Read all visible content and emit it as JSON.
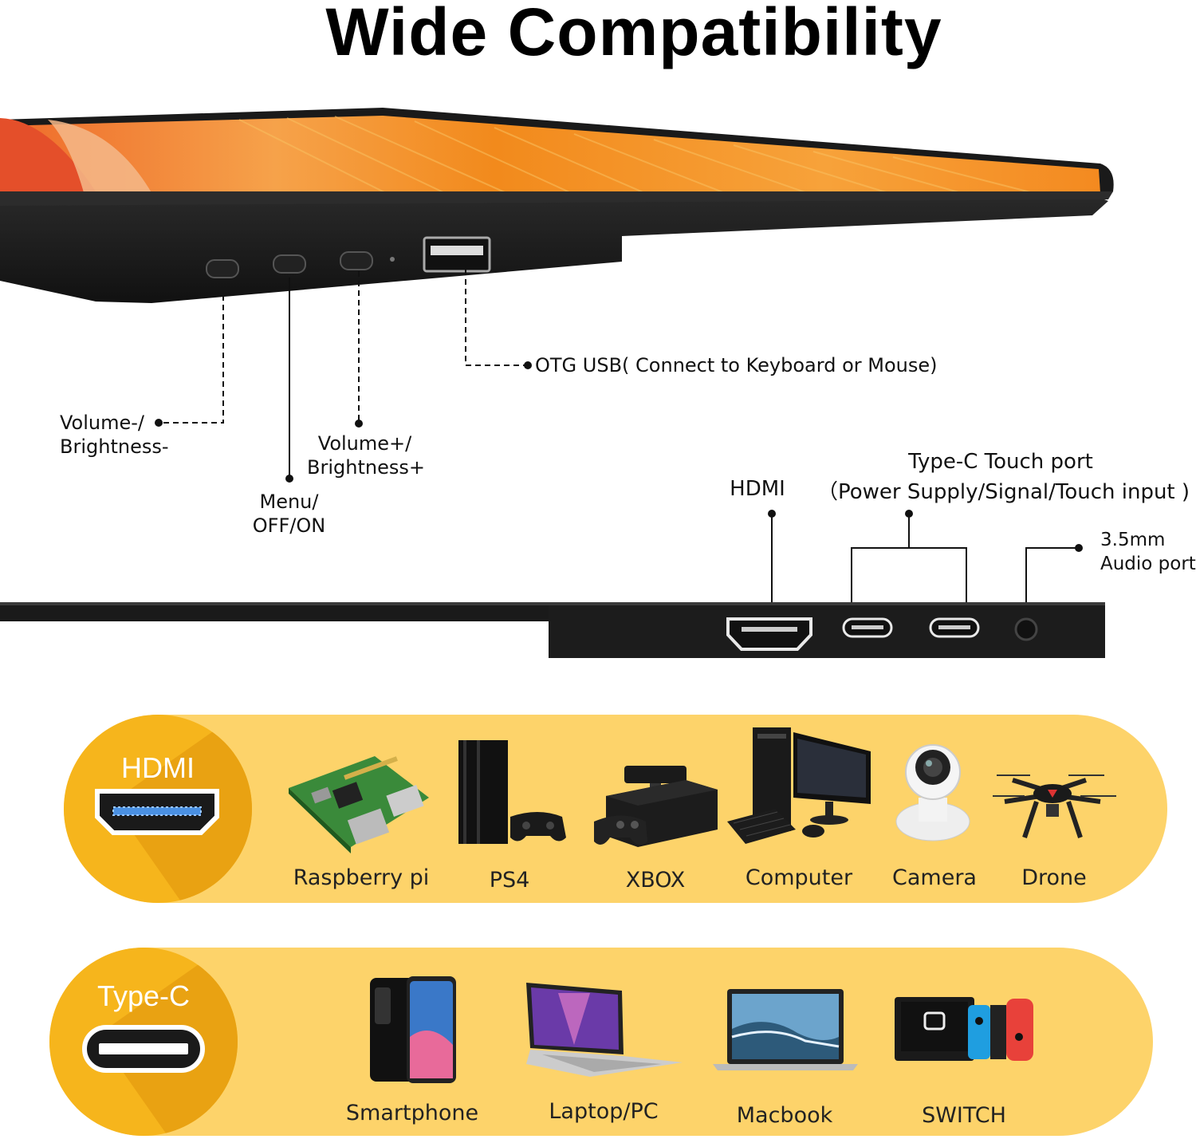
{
  "title": "Wide Compatibility",
  "top_ports": {
    "otg_usb": "OTG USB( Connect to Keyboard or Mouse)",
    "volume_down": [
      "Volume-/",
      "Brightness-"
    ],
    "menu": [
      "Menu/",
      "OFF/ON"
    ],
    "volume_up": [
      "Volume+/",
      "Brightness+"
    ]
  },
  "side_ports": {
    "hdmi": "HDMI",
    "type_c": [
      "Type-C Touch port",
      "（Power Supply/Signal/Touch input )"
    ],
    "audio": [
      "3.5mm",
      "Audio port"
    ]
  },
  "hdmi_group": {
    "badge": "HDMI",
    "devices": [
      {
        "label": "Raspberry pi",
        "icon": "raspberry-pi-icon"
      },
      {
        "label": "PS4",
        "icon": "ps4-icon"
      },
      {
        "label": "XBOX",
        "icon": "xbox-icon"
      },
      {
        "label": "Computer",
        "icon": "computer-icon"
      },
      {
        "label": "Camera",
        "icon": "camera-icon"
      },
      {
        "label": "Drone",
        "icon": "drone-icon"
      }
    ]
  },
  "typec_group": {
    "badge": "Type-C",
    "devices": [
      {
        "label": "Smartphone",
        "icon": "smartphone-icon"
      },
      {
        "label": "Laptop/PC",
        "icon": "laptop-icon"
      },
      {
        "label": "Macbook",
        "icon": "macbook-icon"
      },
      {
        "label": "SWITCH",
        "icon": "switch-icon"
      }
    ]
  },
  "colors": {
    "band": "#fdd36a",
    "badge": "#f6b51c",
    "monitor": "#1c1c1c",
    "screen": "#f5901e"
  }
}
